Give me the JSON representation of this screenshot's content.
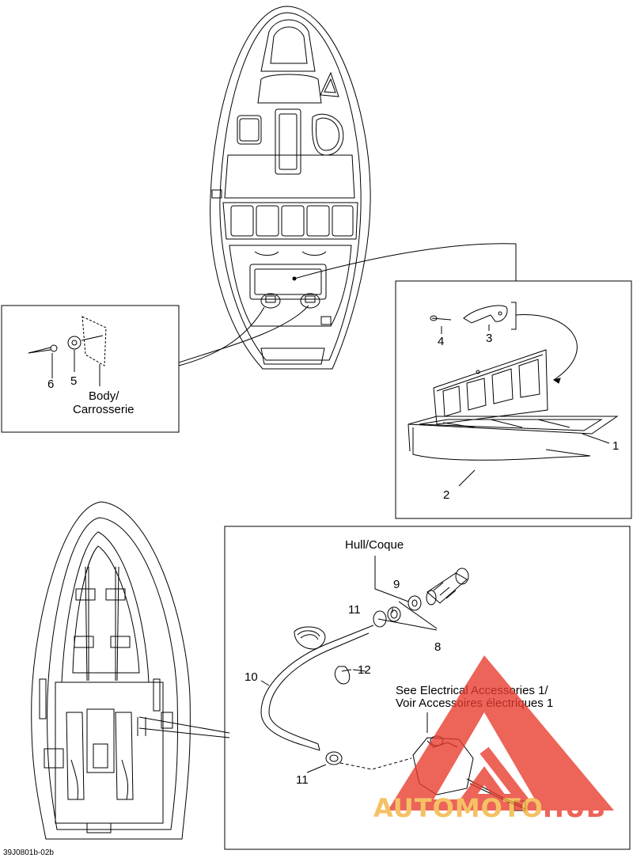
{
  "callouts": {
    "c1": "1",
    "c2": "2",
    "c3": "3",
    "c4": "4",
    "c5": "5",
    "c6": "6",
    "c8": "8",
    "c9": "9",
    "c10": "10",
    "c11a": "11",
    "c11b": "11",
    "c12": "12"
  },
  "labels": {
    "body_line1": "Body/",
    "body_line2": "Carrosserie",
    "hull": "Hull/Coque",
    "elec_line1": "See Electrical Accessories 1/",
    "elec_line2": "Voir Accessoires électriques 1"
  },
  "diagram_code": "39J0801b-02b",
  "watermark": {
    "part1": "AUTOMOTO",
    "part2": "HUB",
    "color_primary": "#e8392b",
    "color_secondary": "#f2b23a"
  }
}
